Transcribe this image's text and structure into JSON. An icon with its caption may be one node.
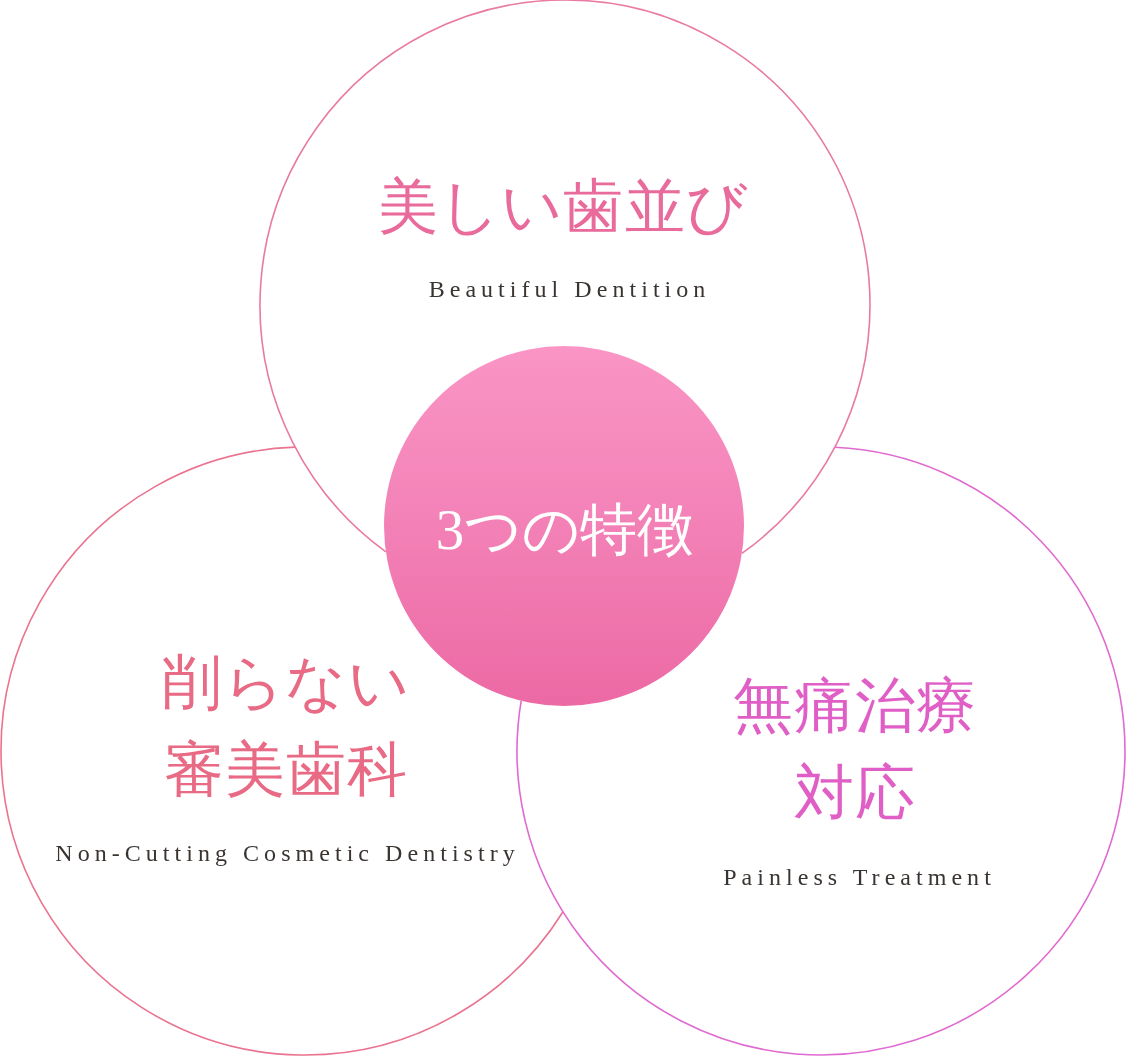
{
  "diagram": {
    "nodes": [
      {
        "text": [
          "美しい歯並び",
          "Beautiful Dentition"
        ]
      },
      {
        "text": [
          "3つの特徴"
        ]
      },
      {
        "text": [
          "削らない審美歯科",
          "Non-Cutting Cosmetic Dentistry"
        ]
      },
      {
        "text": [
          "無痛治療対応",
          "Painless Treatment"
        ]
      }
    ]
  }
}
